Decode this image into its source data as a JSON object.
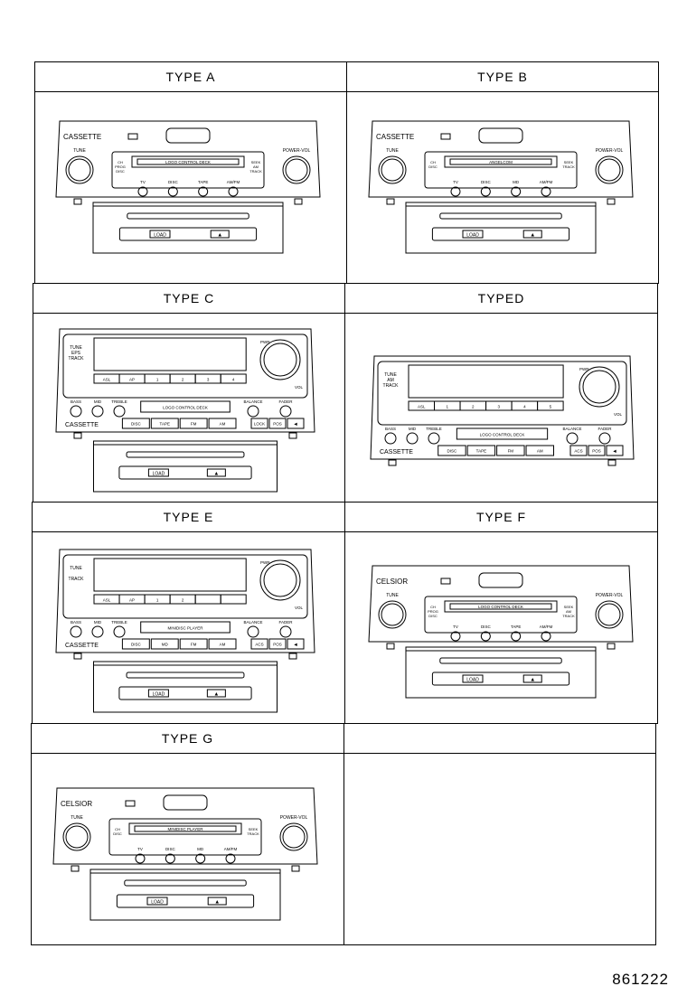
{
  "panels": [
    {
      "id": "a",
      "title": "TYPE A",
      "style": "cassette",
      "brand": "CASSETTE",
      "deck_label": "LOGO CONTROL DECK",
      "knob_left": "TUNE",
      "knob_right": "POWER-VOL",
      "side_left": "CH\nPROG\nDISC",
      "side_right": "SEEK\nAM\nTRACK",
      "buttons": [
        "TV",
        "DISC",
        "TAPE",
        "AM/FM"
      ],
      "slot_buttons": [
        "LOAD",
        "▲"
      ]
    },
    {
      "id": "b",
      "title": "TYPE B",
      "style": "cassette",
      "brand": "CASSETTE",
      "deck_label": "ANGELCOM",
      "knob_left": "TUNE",
      "knob_right": "POWER-VOL",
      "side_left": "CH\nDISC",
      "side_right": "SEEK\nTRACK",
      "buttons": [
        "TV",
        "DISC",
        "MD",
        "AM/FM"
      ],
      "slot_buttons": [
        "LOAD",
        "▲"
      ]
    },
    {
      "id": "c",
      "title": "TYPE C",
      "style": "display",
      "brand": "CASSETTE",
      "side_left": "TUNE\nEPS\nTRACK",
      "knob_label_top": "PWR",
      "knob_label_bottom": "VOL",
      "preset_row": [
        "ASL",
        "AP",
        "1",
        "2",
        "3",
        "4"
      ],
      "small_knobs": [
        "BASS",
        "MID",
        "TREBLE"
      ],
      "right_small": [
        "BALANCE",
        "FADER"
      ],
      "deck_label": "LOGO CONTROL DECK",
      "source_buttons": [
        "DISC",
        "TAPE",
        "FM",
        "AM"
      ],
      "small_buttons": [
        "LOCK",
        "POS",
        "◀"
      ],
      "slot_buttons": [
        "LOAD",
        "▲"
      ]
    },
    {
      "id": "d",
      "title": "TYPED",
      "style": "display",
      "brand": "CASSETTE",
      "side_left": "TUNE\nAM\nTRACK",
      "knob_label_top": "PWR",
      "knob_label_bottom": "VOL",
      "preset_row": [
        "ASL",
        "1",
        "2",
        "3",
        "4",
        "5"
      ],
      "small_knobs": [
        "BASS",
        "MID",
        "TREBLE"
      ],
      "right_small": [
        "BALANCE",
        "FADER"
      ],
      "deck_label": "LOGO CONTROL DECK",
      "source_buttons": [
        "DISC",
        "TAPE",
        "FM",
        "AM"
      ],
      "small_buttons": [
        "ACS",
        "POS",
        "◀"
      ],
      "slot_buttons": []
    },
    {
      "id": "e",
      "title": "TYPE E",
      "style": "display",
      "brand": "CASSETTE",
      "side_left": "TUNE\n\nTRACK",
      "knob_label_top": "PWR",
      "knob_label_bottom": "VOL",
      "preset_row": [
        "ASL",
        "AP",
        "1",
        "2",
        "",
        ""
      ],
      "small_knobs": [
        "BASS",
        "MID",
        "TREBLE"
      ],
      "right_small": [
        "BALANCE",
        "FADER"
      ],
      "deck_label": "MINIDISC PLAYER",
      "source_buttons": [
        "DISC",
        "MD",
        "FM",
        "AM"
      ],
      "small_buttons": [
        "ACS",
        "POS",
        "◀"
      ],
      "slot_buttons": [
        "LOAD",
        "▲"
      ]
    },
    {
      "id": "f",
      "title": "TYPE F",
      "style": "cassette",
      "brand": "CELSIOR",
      "deck_label": "LOGO CONTROL DECK",
      "knob_left": "TUNE",
      "knob_right": "POWER-VOL",
      "side_left": "CH\nPROG\nDISC",
      "side_right": "SEEK\nAM\nTRACK",
      "buttons": [
        "TV",
        "DISC",
        "TAPE",
        "AM/FM"
      ],
      "slot_buttons": [
        "LOAD",
        "▲"
      ]
    },
    {
      "id": "g",
      "title": "TYPE G",
      "style": "cassette",
      "brand": "CELSIOR",
      "deck_label": "MINIDISC PLAYER",
      "knob_left": "TUNE",
      "knob_right": "POWER-VOL",
      "side_left": "CH\nDISC",
      "side_right": "SEEK\nTRACK",
      "buttons": [
        "TV",
        "DISC",
        "MD",
        "AM/FM"
      ],
      "slot_buttons": [
        "LOAD",
        "▲"
      ]
    },
    {
      "id": "h",
      "title": "",
      "style": "empty"
    }
  ],
  "part_number": "861222"
}
